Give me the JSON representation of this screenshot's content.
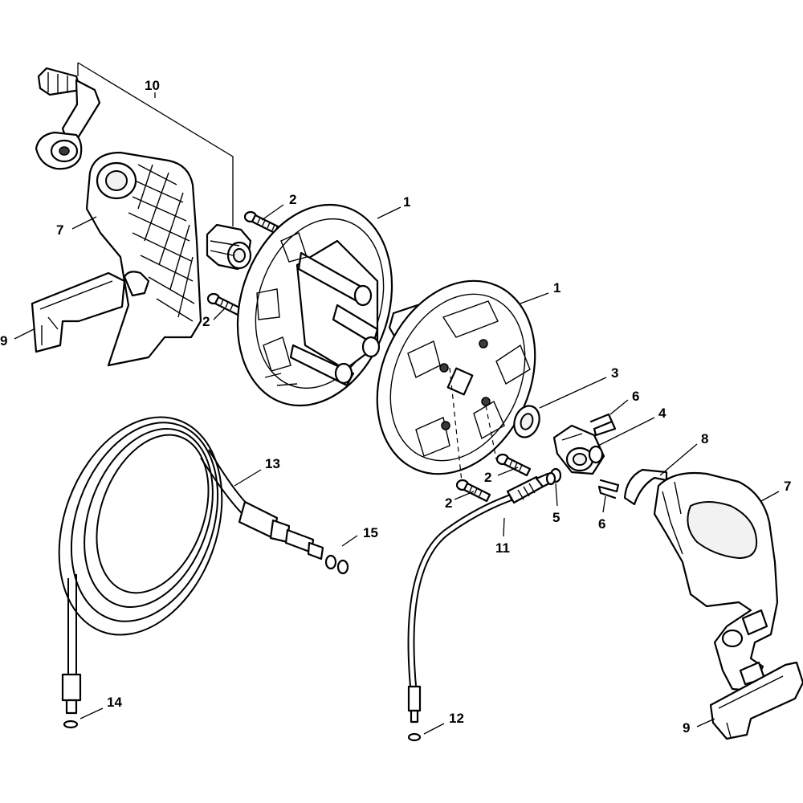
{
  "diagram": {
    "callouts": {
      "c1a": "1",
      "c1b": "1",
      "c2a": "2",
      "c2b": "2",
      "c2c": "2",
      "c2d": "2",
      "c3": "3",
      "c4": "4",
      "c5": "5",
      "c6a": "6",
      "c6b": "6",
      "c7a": "7",
      "c7b": "7",
      "c8": "8",
      "c9a": "9",
      "c9b": "9",
      "c10": "10",
      "c11": "11",
      "c12": "12",
      "c13": "13",
      "c14": "14",
      "c15": "15"
    }
  }
}
